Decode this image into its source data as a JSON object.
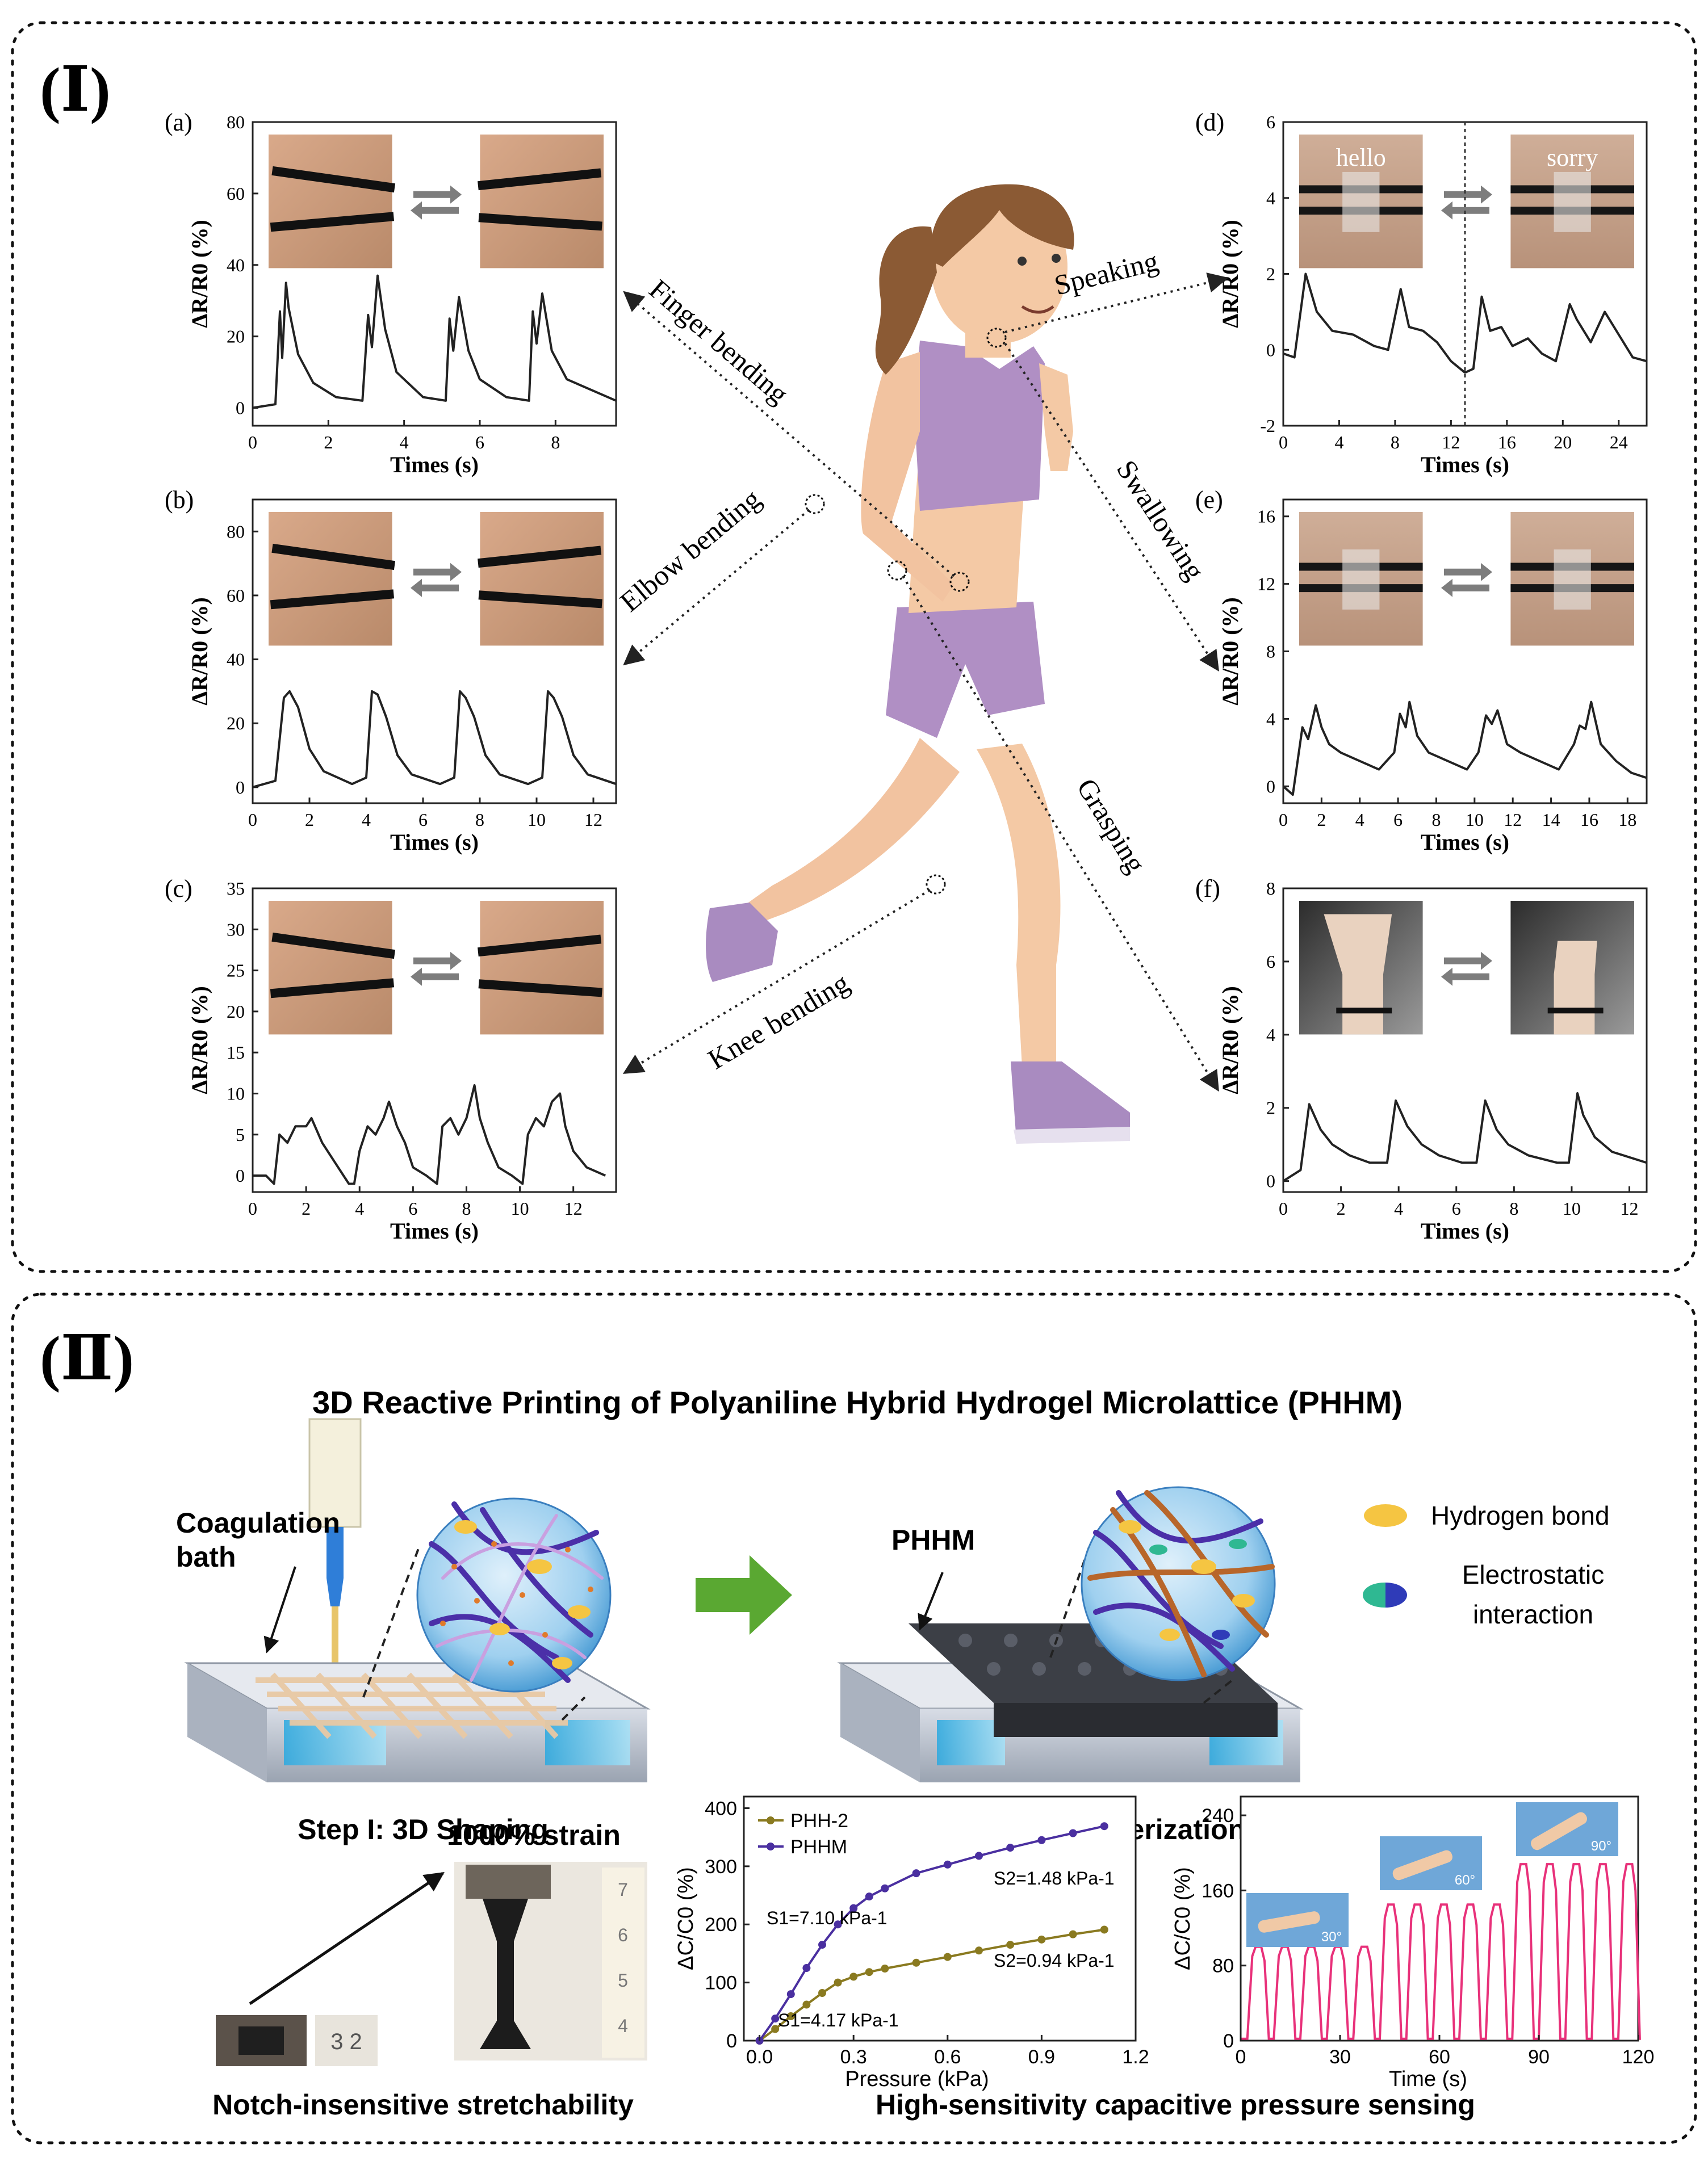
{
  "section1": {
    "label": "(Ⅰ)",
    "panels": [
      {
        "id": "a",
        "label": "(a)",
        "ylabel": "ΔR/R0 (%)",
        "xlabel": "Times (s)",
        "xticks": [
          "0",
          "2",
          "4",
          "6",
          "8"
        ],
        "yticks": [
          "0",
          "20",
          "40",
          "60",
          "80"
        ]
      },
      {
        "id": "b",
        "label": "(b)",
        "ylabel": "ΔR/R0 (%)",
        "xlabel": "Times (s)",
        "xticks": [
          "0",
          "2",
          "4",
          "6",
          "8",
          "10",
          "12"
        ],
        "yticks": [
          "0",
          "20",
          "40",
          "60",
          "80"
        ]
      },
      {
        "id": "c",
        "label": "(c)",
        "ylabel": "ΔR/R0 (%)",
        "xlabel": "Times (s)",
        "xticks": [
          "0",
          "2",
          "4",
          "6",
          "8",
          "10",
          "12"
        ],
        "yticks": [
          "0",
          "5",
          "10",
          "15",
          "20",
          "25",
          "30",
          "35"
        ]
      },
      {
        "id": "d",
        "label": "(d)",
        "ylabel": "ΔR/R0 (%)",
        "xlabel": "Times (s)",
        "xticks": [
          "0",
          "4",
          "8",
          "12",
          "16",
          "20",
          "24"
        ],
        "yticks": [
          "-2",
          "0",
          "2",
          "4",
          "6"
        ],
        "photo_labels": [
          "hello",
          "sorry"
        ]
      },
      {
        "id": "e",
        "label": "(e)",
        "ylabel": "ΔR/R0 (%)",
        "xlabel": "Times (s)",
        "xticks": [
          "0",
          "2",
          "4",
          "6",
          "8",
          "10",
          "12",
          "14",
          "16",
          "18"
        ],
        "yticks": [
          "0",
          "4",
          "8",
          "12",
          "16"
        ]
      },
      {
        "id": "f",
        "label": "(f)",
        "ylabel": "ΔR/R0 (%)",
        "xlabel": "Times (s)",
        "xticks": [
          "0",
          "2",
          "4",
          "6",
          "8",
          "10",
          "12"
        ],
        "yticks": [
          "0",
          "2",
          "4",
          "6",
          "8"
        ]
      }
    ],
    "actions": [
      "Finger bending",
      "Elbow bending",
      "Knee bending",
      "Speaking",
      "Swallowing",
      "Grasping"
    ]
  },
  "section2": {
    "label": "(Ⅱ)",
    "title": "3D Reactive Printing of Polyaniline Hybrid Hydrogel Microlattice (PHHM)",
    "coagulation": "Coagulation bath",
    "phhm": "PHHM",
    "step1": "Step I: 3D Shaping",
    "step2": "Step II: Polymerization",
    "legend_hbond": "Hydrogen bond",
    "legend_electro": "Electrostatic interaction",
    "strain": "1000% strain",
    "notch_caption": "Notch-insensitive stretchability",
    "sensing_caption": "High-sensitivity capacitive pressure sensing",
    "angles": [
      "30°",
      "60°",
      "90°"
    ],
    "colors": {
      "phhm": "#4a2fa0",
      "phh2": "#8a7a20",
      "cycle": "#e8317a",
      "arrow_green": "#5aa832",
      "skin": "#f4c9a5",
      "suit": "#b08fc4"
    }
  },
  "chart_data": [
    {
      "id": "a",
      "type": "line",
      "xlabel": "Times (s)",
      "ylabel": "ΔR/R0 (%)",
      "xlim": [
        0,
        9.6
      ],
      "ylim": [
        -5,
        80
      ],
      "series": [
        {
          "x": [
            0,
            0.6,
            0.72,
            0.78,
            0.88,
            0.95,
            1.2,
            1.6,
            2.2,
            2.9,
            3.05,
            3.15,
            3.3,
            3.5,
            3.8,
            4.5,
            5.1,
            5.2,
            5.3,
            5.45,
            5.7,
            6,
            6.7,
            7.3,
            7.4,
            7.5,
            7.65,
            7.9,
            8.3,
            9.6
          ],
          "y": [
            0,
            1,
            27,
            14,
            35,
            28,
            15,
            7,
            3,
            2,
            26,
            17,
            37,
            22,
            10,
            3,
            2,
            25,
            16,
            31,
            16,
            8,
            3,
            2,
            27,
            18,
            32,
            16,
            8,
            2
          ]
        }
      ]
    },
    {
      "id": "b",
      "type": "line",
      "xlabel": "Times (s)",
      "ylabel": "ΔR/R0 (%)",
      "xlim": [
        0,
        12.8
      ],
      "ylim": [
        -5,
        90
      ],
      "series": [
        {
          "x": [
            0,
            0.8,
            1.1,
            1.3,
            1.6,
            2,
            2.5,
            3.5,
            4,
            4.2,
            4.4,
            4.7,
            5.1,
            5.6,
            6.6,
            7.1,
            7.3,
            7.5,
            7.8,
            8.2,
            8.7,
            9.7,
            10.2,
            10.4,
            10.6,
            10.9,
            11.3,
            11.8,
            12.8
          ],
          "y": [
            0,
            2,
            28,
            30,
            25,
            12,
            5,
            1,
            3,
            30,
            29,
            22,
            10,
            4,
            1,
            3,
            30,
            28,
            22,
            10,
            4,
            1,
            3,
            30,
            28,
            22,
            10,
            4,
            1
          ]
        }
      ]
    },
    {
      "id": "c",
      "type": "line",
      "xlabel": "Times (s)",
      "ylabel": "ΔR/R0 (%)",
      "xlim": [
        0,
        13.6
      ],
      "ylim": [
        -2,
        35
      ],
      "series": [
        {
          "x": [
            0,
            0.5,
            0.8,
            1,
            1.3,
            1.6,
            2,
            2.2,
            2.6,
            3,
            3.4,
            3.6,
            3.8,
            4,
            4.3,
            4.6,
            4.9,
            5.1,
            5.4,
            5.7,
            6,
            6.5,
            6.9,
            7.1,
            7.4,
            7.7,
            8,
            8.3,
            8.5,
            8.8,
            9.2,
            9.7,
            10.1,
            10.3,
            10.6,
            10.9,
            11.2,
            11.5,
            11.7,
            12,
            12.5,
            13.2
          ],
          "y": [
            0,
            0,
            -1,
            5,
            4,
            6,
            6,
            7,
            4,
            2,
            0,
            -1,
            -1,
            3,
            6,
            5,
            7,
            9,
            6,
            4,
            1,
            0,
            -1,
            6,
            7,
            5,
            7,
            11,
            7,
            4,
            1,
            0,
            -1,
            5,
            7,
            6,
            9,
            10,
            6,
            3,
            1,
            0
          ]
        }
      ]
    },
    {
      "id": "d",
      "type": "line",
      "xlabel": "Times (s)",
      "ylabel": "ΔR/R0 (%)",
      "xlim": [
        0,
        26
      ],
      "ylim": [
        -2,
        6
      ],
      "series": [
        {
          "x": [
            0,
            0.8,
            1.6,
            2.4,
            3.5,
            5,
            6.5,
            7.5,
            8.4,
            9,
            10,
            11,
            12,
            13,
            13.6,
            14.2,
            14.8,
            15.6,
            16.4,
            17.5,
            18.5,
            19.5,
            20.5,
            21,
            22,
            23,
            24,
            25,
            26
          ],
          "y": [
            -0.1,
            -0.2,
            2,
            1,
            0.5,
            0.4,
            0.1,
            0,
            1.6,
            0.6,
            0.5,
            0.2,
            -0.3,
            -0.6,
            -0.5,
            1.4,
            0.5,
            0.6,
            0.1,
            0.3,
            -0.1,
            -0.3,
            1.2,
            0.8,
            0.2,
            1,
            0.4,
            -0.2,
            -0.3
          ]
        }
      ]
    },
    {
      "id": "e",
      "type": "line",
      "xlabel": "Times (s)",
      "ylabel": "ΔR/R0 (%)",
      "xlim": [
        0,
        19
      ],
      "ylim": [
        -1,
        17
      ],
      "series": [
        {
          "x": [
            0,
            0.5,
            1,
            1.3,
            1.7,
            2,
            2.4,
            3,
            4,
            5,
            5.8,
            6.1,
            6.4,
            6.6,
            7,
            7.6,
            8.6,
            9.6,
            10.2,
            10.6,
            10.9,
            11.2,
            11.7,
            12.4,
            13.4,
            14.4,
            15.2,
            15.5,
            15.8,
            16.1,
            16.6,
            17.4,
            18.2,
            19
          ],
          "y": [
            0,
            -0.5,
            3.5,
            2.8,
            4.8,
            3.5,
            2.5,
            2,
            1.5,
            1,
            2,
            4.3,
            3.5,
            5,
            3,
            2,
            1.5,
            1,
            2,
            4.2,
            3.7,
            4.5,
            2.5,
            2,
            1.5,
            1,
            2.5,
            3.6,
            3.4,
            5,
            2.5,
            1.5,
            0.8,
            0.5
          ]
        }
      ]
    },
    {
      "id": "f",
      "type": "line",
      "xlabel": "Times (s)",
      "ylabel": "ΔR/R0 (%)",
      "xlim": [
        0,
        12.6
      ],
      "ylim": [
        -0.3,
        8
      ],
      "series": [
        {
          "x": [
            0,
            0.6,
            0.9,
            1.3,
            1.7,
            2.3,
            3,
            3.6,
            3.9,
            4.3,
            4.8,
            5.4,
            6.2,
            6.7,
            7,
            7.4,
            7.8,
            8.5,
            9.5,
            9.9,
            10.2,
            10.4,
            10.8,
            11.4,
            12.6
          ],
          "y": [
            0,
            0.3,
            2.1,
            1.4,
            1,
            0.7,
            0.5,
            0.5,
            2.2,
            1.5,
            1,
            0.7,
            0.5,
            0.5,
            2.2,
            1.4,
            1,
            0.7,
            0.5,
            0.5,
            2.4,
            1.8,
            1.2,
            0.8,
            0.5
          ]
        }
      ]
    },
    {
      "id": "pressure",
      "type": "line",
      "xlabel": "Pressure (kPa)",
      "ylabel": "ΔC/C0 (%)",
      "xlim": [
        -0.05,
        1.2
      ],
      "ylim": [
        0,
        420
      ],
      "xticks": [
        "0.0",
        "0.3",
        "0.6",
        "0.9",
        "1.2"
      ],
      "yticks": [
        "0",
        "100",
        "200",
        "300",
        "400"
      ],
      "annotations": [
        "S1=7.10 kPa-1",
        "S2=1.48 kPa-1",
        "S2=0.94 kPa-1",
        "S1=4.17 kPa-1"
      ],
      "series": [
        {
          "name": "PHH-2",
          "x": [
            0,
            0.05,
            0.1,
            0.15,
            0.2,
            0.25,
            0.3,
            0.35,
            0.4,
            0.5,
            0.6,
            0.7,
            0.8,
            0.9,
            1.0,
            1.1
          ],
          "y": [
            0,
            20,
            42,
            62,
            82,
            100,
            110,
            118,
            124,
            134,
            144,
            155,
            165,
            174,
            183,
            191
          ]
        },
        {
          "name": "PHHM",
          "x": [
            0,
            0.05,
            0.1,
            0.15,
            0.2,
            0.25,
            0.3,
            0.35,
            0.4,
            0.5,
            0.6,
            0.7,
            0.8,
            0.9,
            1.0,
            1.1
          ],
          "y": [
            0,
            38,
            80,
            125,
            165,
            200,
            228,
            248,
            262,
            288,
            303,
            318,
            332,
            345,
            357,
            369
          ]
        }
      ]
    },
    {
      "id": "cycles",
      "type": "line",
      "xlabel": "Time (s)",
      "ylabel": "ΔC/C0 (%)",
      "xlim": [
        0,
        120
      ],
      "ylim": [
        0,
        260
      ],
      "xticks": [
        "0",
        "30",
        "60",
        "90",
        "120"
      ],
      "yticks": [
        "0",
        "80",
        "160",
        "240"
      ],
      "series": [
        {
          "name": "cyclic response",
          "segments": [
            {
              "start": 2,
              "period": 8,
              "count": 5,
              "peak": 100
            },
            {
              "start": 42,
              "period": 8,
              "count": 5,
              "peak": 145
            },
            {
              "start": 82,
              "period": 8,
              "count": 5,
              "peak": 188
            }
          ]
        }
      ]
    }
  ]
}
